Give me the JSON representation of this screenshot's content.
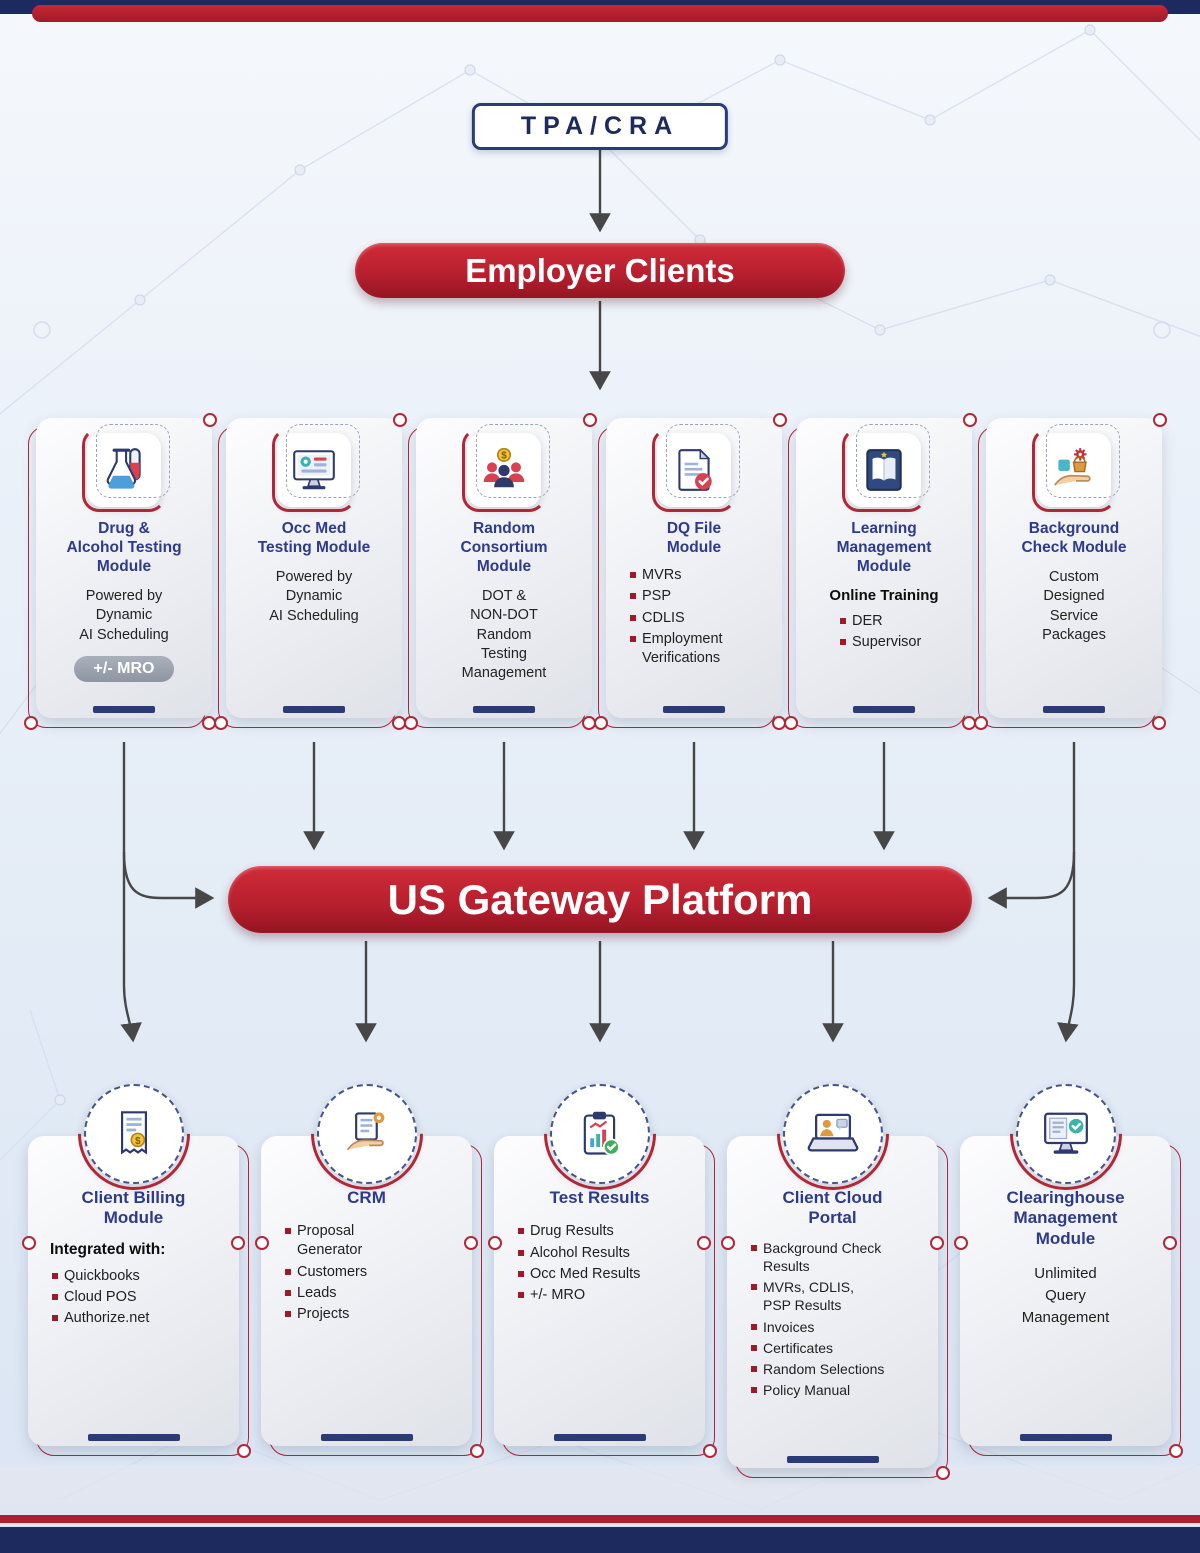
{
  "header": {
    "tpa_label": "TPA/CRA",
    "employer_banner": "Employer Clients",
    "platform_banner": "US Gateway Platform"
  },
  "colors": {
    "navy": "#1c2a5e",
    "crimson": "#b01f2e",
    "title_blue": "#2e3a8c"
  },
  "top_modules": [
    {
      "icon": "flask-testtube-icon",
      "title": "Drug &\nAlcohol Testing\nModule",
      "body": "Powered by\nDynamic\nAI Scheduling",
      "badge": "+/- MRO"
    },
    {
      "icon": "monitor-schedule-icon",
      "title": "Occ Med\nTesting Module",
      "body": "Powered by\nDynamic\nAI Scheduling"
    },
    {
      "icon": "group-dollar-icon",
      "title": "Random\nConsortium\nModule",
      "body": "DOT &\nNON-DOT\nRandom\nTesting\nManagement"
    },
    {
      "icon": "document-check-icon",
      "title": "DQ File\nModule",
      "bullets": [
        "MVRs",
        "PSP",
        "CDLIS",
        "Employment\nVerifications"
      ]
    },
    {
      "icon": "ebook-icon",
      "title": "Learning\nManagement\nModule",
      "subtitle": "Online Training",
      "bullets": [
        "DER",
        "Supervisor"
      ]
    },
    {
      "icon": "hand-service-icon",
      "title": "Background\nCheck Module",
      "body": "Custom\nDesigned\nService\nPackages"
    }
  ],
  "bottom_modules": [
    {
      "icon": "invoice-icon",
      "title": "Client Billing\nModule",
      "subtitle": "Integrated with:",
      "bullets": [
        "Quickbooks",
        "Cloud POS",
        "Authorize.net"
      ]
    },
    {
      "icon": "hand-crm-icon",
      "title": "CRM",
      "bullets": [
        "Proposal\nGenerator",
        "Customers",
        "Leads",
        "Projects"
      ]
    },
    {
      "icon": "clipboard-results-icon",
      "title": "Test Results",
      "bullets": [
        "Drug Results",
        "Alcohol Results",
        "Occ Med Results",
        "+/- MRO"
      ]
    },
    {
      "icon": "laptop-portal-icon",
      "title": "Client Cloud\nPortal",
      "bullets": [
        "Background Check\nResults",
        "MVRs, CDLIS,\nPSP Results",
        "Invoices",
        "Certificates",
        "Random Selections",
        "Policy Manual"
      ]
    },
    {
      "icon": "monitor-query-icon",
      "title": "Clearinghouse\nManagement\nModule",
      "body": "Unlimited\nQuery\nManagement"
    }
  ]
}
